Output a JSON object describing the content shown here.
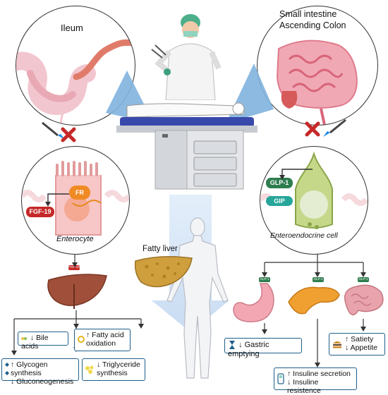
{
  "labels": {
    "ileum": "Ileum",
    "small_intestine": "Small intestine",
    "ascending_colon": "Ascending Colon",
    "fatty_liver": "Fatty liver",
    "enterocyte": "Enterocyte",
    "enteroendocrine": "Enteroendocrine cell"
  },
  "enterocyte": {
    "receptor": "FR",
    "hormone": "FGF-19",
    "liver_tag": "FGF-19"
  },
  "enteroendocrine": {
    "glp1": "GLP-1",
    "gip": "GIP",
    "organ_tag": "GLP-1"
  },
  "effects_left": [
    {
      "id": "bile",
      "line1": "↓ Bile acids",
      "line2": ""
    },
    {
      "id": "fatty-acid",
      "line1": "↑ Fatty acid",
      "line2": "oxidation"
    },
    {
      "id": "glycogen",
      "line1": "↑ Glycogen synthesis",
      "line2": "↓ Gluconeogenesis"
    },
    {
      "id": "triglyceride",
      "line1": "↓ Triglyceride",
      "line2": "synthesis"
    }
  ],
  "effects_right": [
    {
      "id": "gastric",
      "line1": "↓ Gastric emptying",
      "line2": ""
    },
    {
      "id": "satiety",
      "line1": "↑ Satiety",
      "line2": "↓ Appetite"
    },
    {
      "id": "insulin",
      "line1": "↑ Insuline secretion",
      "line2": "↓ Insuline resistence"
    }
  ],
  "colors": {
    "box_border": "#1f5f8b",
    "receptor": "#f08a24",
    "fgf19": "#c62828",
    "glp1": "#2e7d4f",
    "gip": "#26a69a",
    "cross": "#c62828",
    "liver": "#a0503a"
  },
  "icons": [
    "scalpel-icon",
    "cross-icon",
    "stopwatch-icon",
    "burger-icon",
    "glucometer-icon"
  ]
}
